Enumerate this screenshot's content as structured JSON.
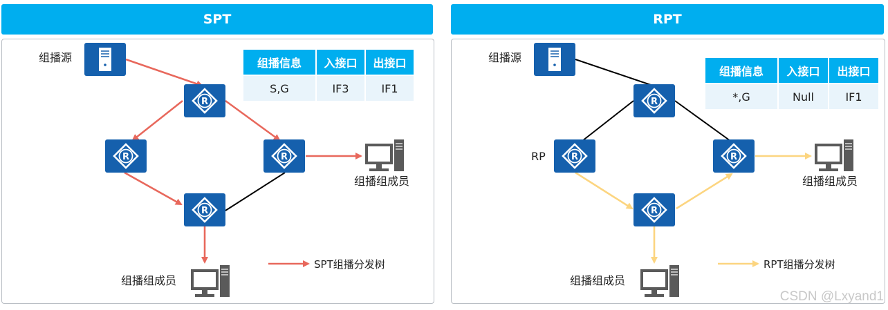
{
  "left_panel": {
    "title": "SPT",
    "source_label": "组播源",
    "member_right_label": "组播组成员",
    "member_bottom_label": "组播组成员",
    "router_glyph": "R",
    "table": {
      "headers": [
        "组播信息",
        "入接口",
        "出接口"
      ],
      "row": [
        "S,G",
        "IF3",
        "IF1"
      ]
    },
    "legend": {
      "label": "SPT组播分发树",
      "color": "#e8685c"
    }
  },
  "right_panel": {
    "title": "RPT",
    "source_label": "组播源",
    "rp_label": "RP",
    "member_right_label": "组播组成员",
    "member_bottom_label": "组播组成员",
    "router_glyph": "R",
    "table": {
      "headers": [
        "组播信息",
        "入接口",
        "出接口"
      ],
      "row": [
        "*,G",
        "Null",
        "IF1"
      ]
    },
    "legend": {
      "label": "RPT组播分发树",
      "color": "#fcd580"
    }
  },
  "colors": {
    "header": "#00aeef",
    "router": "#1560ad",
    "link": "#000000"
  },
  "watermark": "CSDN @Lxyand1"
}
